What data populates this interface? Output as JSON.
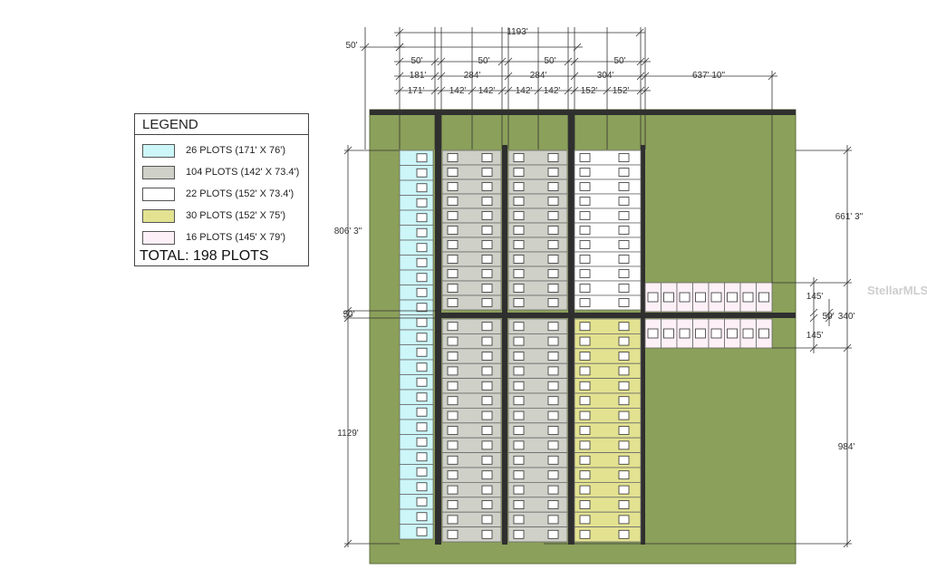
{
  "legend": {
    "title": "LEGEND",
    "items": [
      {
        "label": "26 PLOTS (171' X 76')",
        "color": "#ccf6f8"
      },
      {
        "label": "104 PLOTS (142' X 73.4')",
        "color": "#cfd0c8"
      },
      {
        "label": "22 PLOTS (152' X 73.4')",
        "color": "#ffffff"
      },
      {
        "label": "30 PLOTS (152' X 75')",
        "color": "#e3e291"
      },
      {
        "label": "16 PLOTS (145' X 79')",
        "color": "#fdf0f6"
      }
    ],
    "total": "TOTAL: 198 PLOTS"
  },
  "dimensions": {
    "top_total": "1193'",
    "left_setback": "50'",
    "row2": [
      "50'",
      "50'",
      "50'",
      "50'"
    ],
    "row3": [
      "181'",
      "284'",
      "284'",
      "304'",
      "637' 10\""
    ],
    "row4": [
      "171'",
      "142'",
      "142'",
      "142'",
      "142'",
      "152'",
      "152'"
    ],
    "left_upper": "806' 3\"",
    "left_road": "50'",
    "left_lower": "1129'",
    "right_upper": "661' 3\"",
    "right_plot_top": "145'",
    "right_road": "50'",
    "right_group": "340'",
    "right_plot_bottom": "145'",
    "right_lower": "984'"
  },
  "colors": {
    "land": "#8ba05a",
    "road": "#2f2f2f",
    "dim_line": "#333333"
  },
  "watermark": "StellarMLS"
}
